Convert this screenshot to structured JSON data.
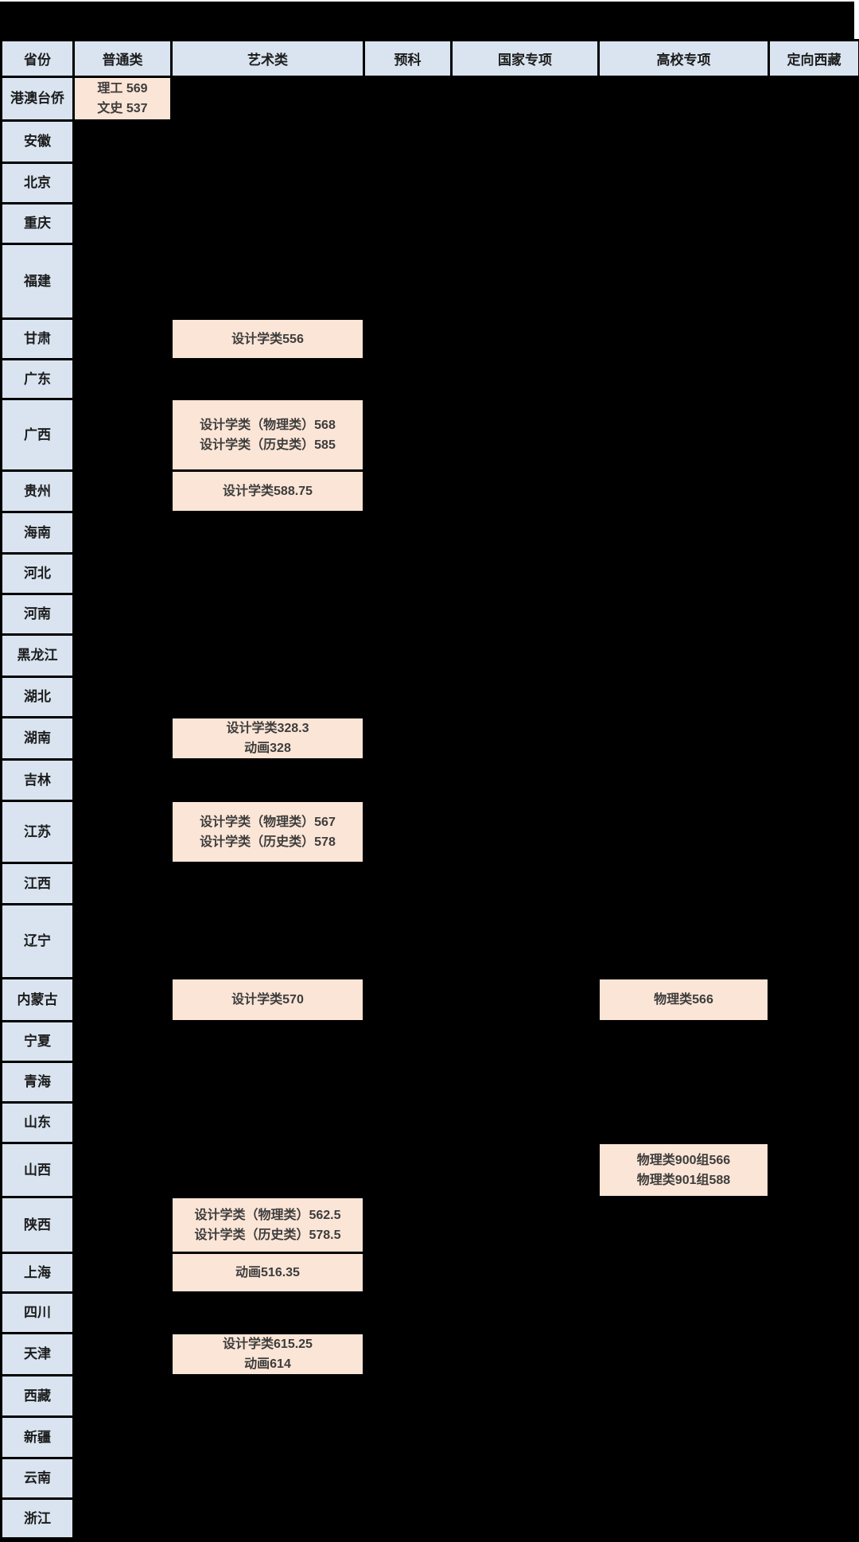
{
  "table": {
    "columns": [
      "省份",
      "普通类",
      "艺术类",
      "预科",
      "国家专项",
      "高校专项",
      "定向西藏"
    ],
    "rows": [
      {
        "province": "港澳台侨",
        "general": "理工 569\n文史 537"
      },
      {
        "province": "安徽"
      },
      {
        "province": "北京"
      },
      {
        "province": "重庆"
      },
      {
        "province": "福建"
      },
      {
        "province": "甘肃",
        "art": "设计学类556"
      },
      {
        "province": "广东"
      },
      {
        "province": "广西",
        "art": "设计学类（物理类）568\n设计学类（历史类）585"
      },
      {
        "province": "贵州",
        "art": "设计学类588.75"
      },
      {
        "province": "海南"
      },
      {
        "province": "河北"
      },
      {
        "province": "河南"
      },
      {
        "province": "黑龙江"
      },
      {
        "province": "湖北"
      },
      {
        "province": "湖南",
        "art": "设计学类328.3\n动画328"
      },
      {
        "province": "吉林"
      },
      {
        "province": "江苏",
        "art": "设计学类（物理类）567\n设计学类（历史类）578"
      },
      {
        "province": "江西"
      },
      {
        "province": "辽宁"
      },
      {
        "province": "内蒙古",
        "art": "设计学类570",
        "university_special": "物理类566"
      },
      {
        "province": "宁夏"
      },
      {
        "province": "青海"
      },
      {
        "province": "山东"
      },
      {
        "province": "山西",
        "university_special": "物理类900组566\n物理类901组588"
      },
      {
        "province": "陕西",
        "art": "设计学类（物理类）562.5\n设计学类（历史类）578.5"
      },
      {
        "province": "上海",
        "art": "动画516.35"
      },
      {
        "province": "四川"
      },
      {
        "province": "天津",
        "art": "设计学类615.25\n动画614"
      },
      {
        "province": "西藏"
      },
      {
        "province": "新疆"
      },
      {
        "province": "云南"
      },
      {
        "province": "浙江"
      }
    ],
    "colors": {
      "header_bg": "#D9E4F0",
      "score_bg": "#FBE5D6",
      "border": "#000000",
      "header_text": "#1C1C1C",
      "score_text": "#3D3D3D",
      "page_edge": "#F1F1F1",
      "page_corner": "#FFFFFF"
    }
  }
}
